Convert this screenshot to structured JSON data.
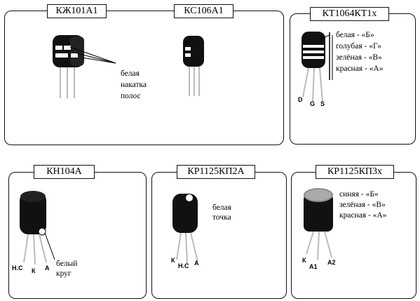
{
  "panels": {
    "p1": {
      "title_left": "КЖ101А1",
      "title_right": "КС106А1",
      "note_lines": [
        "белая",
        "накатка",
        "полос"
      ]
    },
    "p2": {
      "title": "КТ1064КТ1х",
      "legend": [
        "белая  -  «Б»",
        "голубая  -  «Г»",
        "зелёная  -  «В»",
        "красная  -  «А»"
      ],
      "pins": [
        "D",
        "G",
        "S"
      ]
    },
    "p3": {
      "title": "КН104А",
      "note_lines": [
        "белый",
        "круг"
      ],
      "pins": [
        "Н.С",
        "К",
        "А"
      ]
    },
    "p4": {
      "title": "КР1125КП2А",
      "note_lines": [
        "белая",
        "точка"
      ],
      "pins": [
        "К",
        "Н.С",
        "А"
      ]
    },
    "p5": {
      "title": "КР1125КП3х",
      "legend": [
        "синяя  -  «Б»",
        "зелёная  -  «В»",
        "красная  -  «А»"
      ],
      "pins": [
        "К",
        "А1",
        "А2"
      ]
    }
  }
}
